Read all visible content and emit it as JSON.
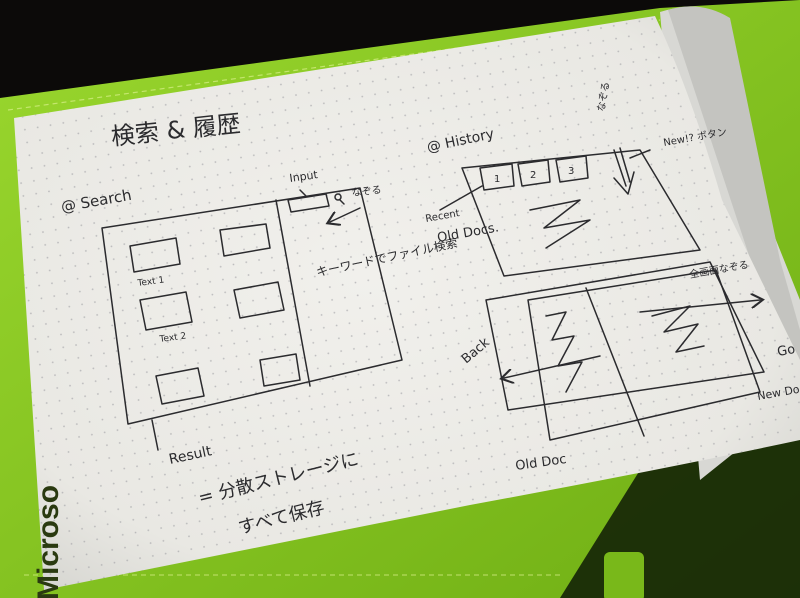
{
  "notebook": {
    "cover_color": "#8ecf28",
    "paper_color": "#eeece6",
    "ink_color": "#2b2b2e",
    "brand_text": "Microso"
  },
  "sketch": {
    "title": "検索 & 履歴",
    "search_section": {
      "heading": "@ Search",
      "input_label": "Input",
      "input_note": "なぞる",
      "item_labels": [
        "Text 1",
        "Text 2"
      ],
      "side_note": "キーワードでファイル検索",
      "result_label": "Result",
      "result_note_line1": "= 分散ストレージに",
      "result_note_line2": "すべて保存"
    },
    "history_section": {
      "heading": "@ History",
      "trace_note": "なぞる",
      "new_button_note": "New!? ボタン",
      "tab_labels": [
        "1",
        "2",
        "3"
      ],
      "recent_label": "Recent",
      "old_docs_label": "Old Docs.",
      "all_trace_note": "全画面なぞる",
      "back_label": "Back",
      "go_label": "Go",
      "old_doc_label": "Old Doc",
      "new_doc_label": "New Doc"
    }
  }
}
